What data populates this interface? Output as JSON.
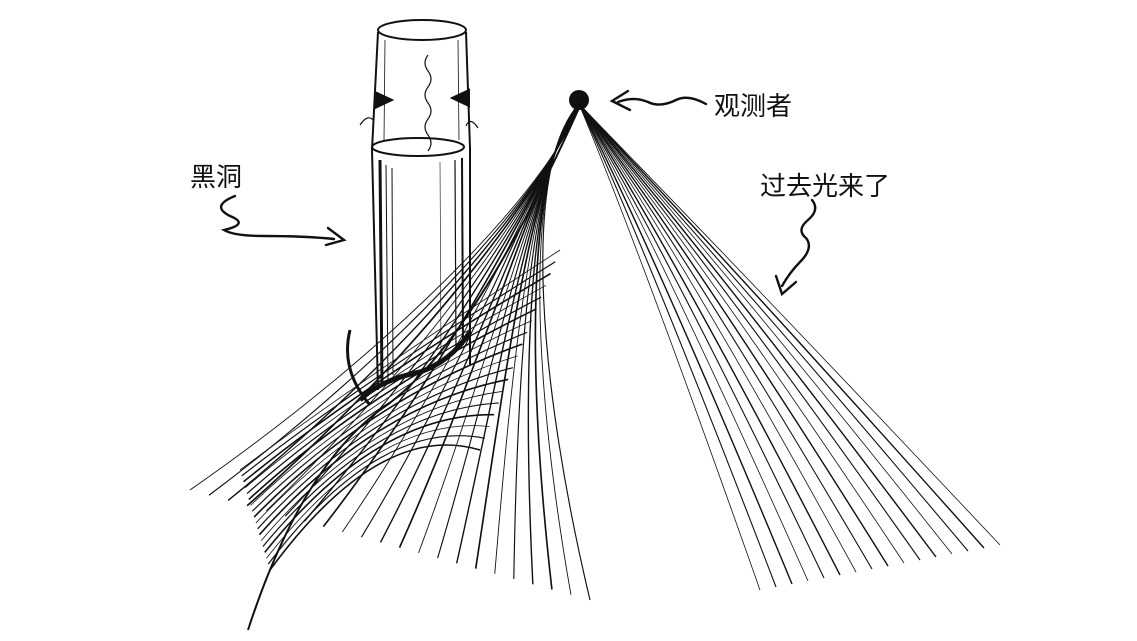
{
  "diagram": {
    "labels": {
      "black_hole": "黑洞",
      "observer": "观测者",
      "past_light": "过去光来了"
    },
    "ink_color": "#111111",
    "paper_color": "#ffffff"
  }
}
